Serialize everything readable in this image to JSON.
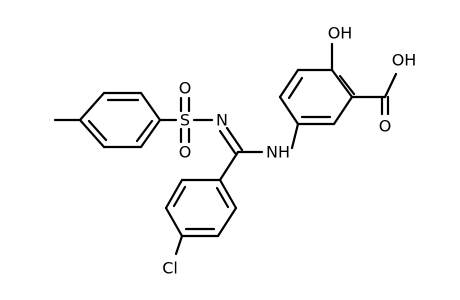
{
  "molecule": {
    "atoms": {
      "oh_top": "OH",
      "acid_oh": "OH",
      "acid_o": "O",
      "s": "S",
      "so_top": "O",
      "so_bottom": "O",
      "n": "N",
      "nh": "NH",
      "cl": "Cl"
    }
  }
}
